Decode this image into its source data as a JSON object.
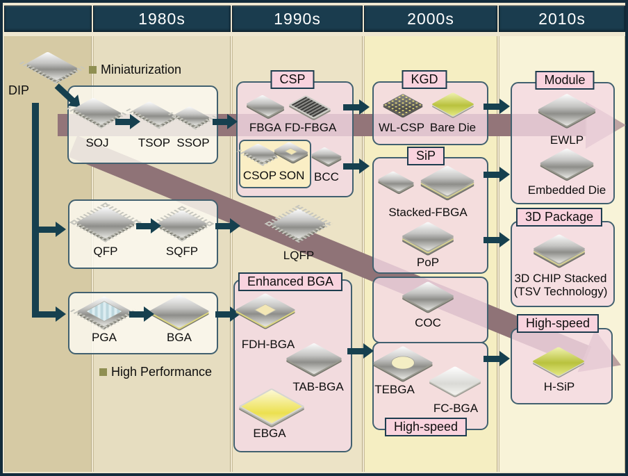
{
  "decades": [
    "1980s",
    "1990s",
    "2000s",
    "2010s"
  ],
  "trends": {
    "miniaturization": "Miniaturization",
    "high_performance": "High Performance"
  },
  "origin": {
    "dip": "DIP"
  },
  "g80": {
    "sm": {
      "soj": "SOJ",
      "tsop": "TSOP",
      "ssop": "SSOP"
    },
    "quad": {
      "qfp": "QFP",
      "sqfp": "SQFP"
    },
    "ga": {
      "pga": "PGA",
      "bga": "BGA"
    }
  },
  "g90": {
    "csp": {
      "title": "CSP",
      "fbga": "FBGA",
      "fd_fbga": "FD-FBGA",
      "csop": "CSOP",
      "son": "SON",
      "bcc": "BCC"
    },
    "lqfp": "LQFP",
    "enh": {
      "title": "Enhanced BGA",
      "fdh_bga": "FDH-BGA",
      "tab_bga": "TAB-BGA",
      "ebga": "EBGA"
    }
  },
  "g00": {
    "kgd": {
      "title": "KGD",
      "wl_csp": "WL-CSP",
      "bare_die": "Bare Die"
    },
    "sip": {
      "title": "SiP",
      "stacked_fbga": "Stacked-FBGA",
      "pop": "PoP"
    },
    "coc": "COC",
    "hs": {
      "title": "High-speed",
      "tebga": "TEBGA",
      "fc_bga": "FC-BGA"
    }
  },
  "g10": {
    "module": {
      "title": "Module",
      "ewlp": "EWLP",
      "embedded_die": "Embedded Die"
    },
    "pkg3d": {
      "title": "3D Package",
      "line1": "3D CHIP Stacked",
      "line2": "(TSV Technology)"
    },
    "hs": {
      "title": "High-speed",
      "h_sip": "H-SiP"
    }
  },
  "colors": {
    "header_bg": "#1a3c4e",
    "trend_band": "#8f7377",
    "trend_band_head": "#b5989c",
    "connector_arrow": "#16404f",
    "tab_bg": "#f9d3de",
    "tab_border": "#1d3c4e",
    "box_border": "#41606f",
    "pink_box_bg": "#f4d8e3",
    "white_box_bg": "#fcfaf1",
    "yellow_box_bg": "#faeec4",
    "bullet": "#8f8f52"
  }
}
